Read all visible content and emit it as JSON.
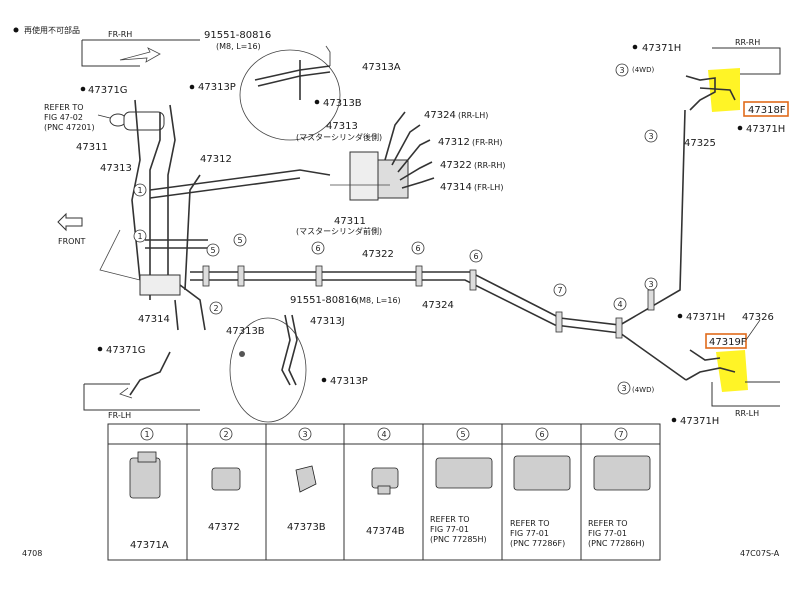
{
  "header": {
    "note": "再使用不可部品"
  },
  "footer": {
    "left_code": "4708",
    "right_code": "47C07S-A"
  },
  "direction": {
    "front": "FRONT"
  },
  "wheel_tags": {
    "fr_rh": "FR-RH",
    "rr_rh": "RR-RH",
    "fr_lh": "FR-LH",
    "rr_lh": "RR-LH"
  },
  "labels": {
    "p91551_top": "91551-80816",
    "p91551_top_spec": "(M8, L=16)",
    "p47313A": "47313A",
    "p47313P_top": "47313P",
    "p47313B_top": "47313B",
    "p47371G_top": "47371G",
    "refer_top_1": "REFER TO",
    "refer_top_2": "FIG 47-02",
    "refer_top_3": "(PNC 47201)",
    "p47311_left": "47311",
    "p47313_left": "47313",
    "p47312_left": "47312",
    "p47324_rlh": "47324",
    "p47324_rlh_tag": "(RR-LH)",
    "p47313_master": "47313",
    "master_rear": "(マスターシリンダ後側)",
    "p47312_frh": "47312",
    "p47312_frh_tag": "(FR-RH)",
    "p47322_rrh": "47322",
    "p47322_rrh_tag": "(RR-RH)",
    "p47314_flh": "47314",
    "p47314_flh_tag": "(FR-LH)",
    "p47311_master": "47311",
    "master_front": "(マスターシリンダ前側)",
    "p47322_mid": "47322",
    "p47324_mid": "47324",
    "p47314_low": "47314",
    "p91551_low": "91551-80816",
    "p91551_low_spec": "(M8, L=16)",
    "p47313J": "47313J",
    "p47313B_low": "47313B",
    "p47371G_low": "47371G",
    "p47313P_low": "47313P",
    "p47371H_top1": "47371H",
    "p47318F": "47318F",
    "p47371H_top2": "47371H",
    "p47325": "47325",
    "p4wd_top": "(4WD)",
    "p47371H_low1": "47371H",
    "p47326": "47326",
    "p47319F": "47319F",
    "p4wd_low": "(4WD)",
    "p47371H_low2": "47371H"
  },
  "callouts": [
    "1",
    "2",
    "3",
    "4",
    "5",
    "6",
    "7"
  ],
  "parts_table": [
    {
      "num": "1",
      "lines": [
        "47371A"
      ]
    },
    {
      "num": "2",
      "lines": [
        "47372"
      ]
    },
    {
      "num": "3",
      "lines": [
        "47373B"
      ]
    },
    {
      "num": "4",
      "lines": [
        "47374B"
      ]
    },
    {
      "num": "5",
      "lines": [
        "REFER TO",
        "FIG 77-01",
        "(PNC 77285H)"
      ]
    },
    {
      "num": "6",
      "lines": [
        "REFER TO",
        "FIG 77-01",
        "(PNC 77286F)"
      ]
    },
    {
      "num": "7",
      "lines": [
        "REFER TO",
        "FIG 77-01",
        "(PNC 77286H)"
      ]
    }
  ],
  "colors": {
    "highlight": "#fff200",
    "box": "#e06a1b"
  }
}
